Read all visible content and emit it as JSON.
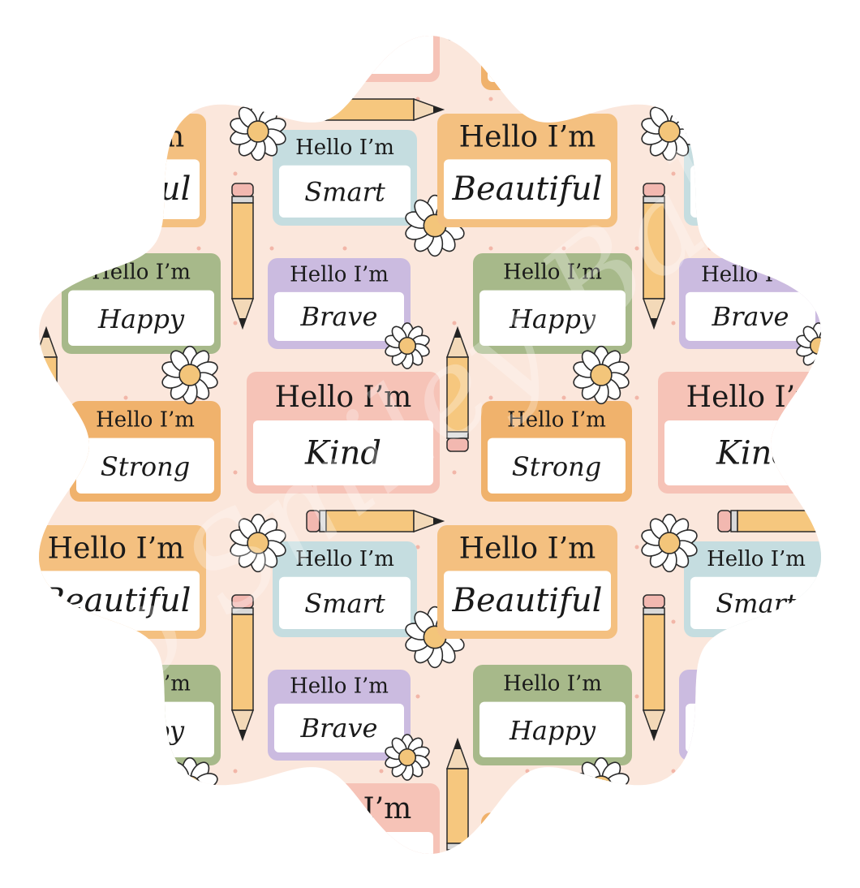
{
  "pattern": {
    "greeting": "Hello I’m",
    "watermark": "Two Smiley Babes",
    "words": {
      "beautiful": "Beautiful",
      "smart": "Smart",
      "happy": "Happy",
      "brave": "Brave",
      "strong": "Strong",
      "kind": "Kind"
    },
    "colors": {
      "background": "#fbe7dc",
      "tag_orange": "#f4c080",
      "tag_blue": "#c5dde0",
      "tag_green": "#a7b98a",
      "tag_purple": "#cbbbe0",
      "tag_pink": "#f6c3b7",
      "tag_gold": "#f0b26c",
      "pencil": "#f6c77e",
      "daisy_center": "#f3c57a"
    }
  }
}
